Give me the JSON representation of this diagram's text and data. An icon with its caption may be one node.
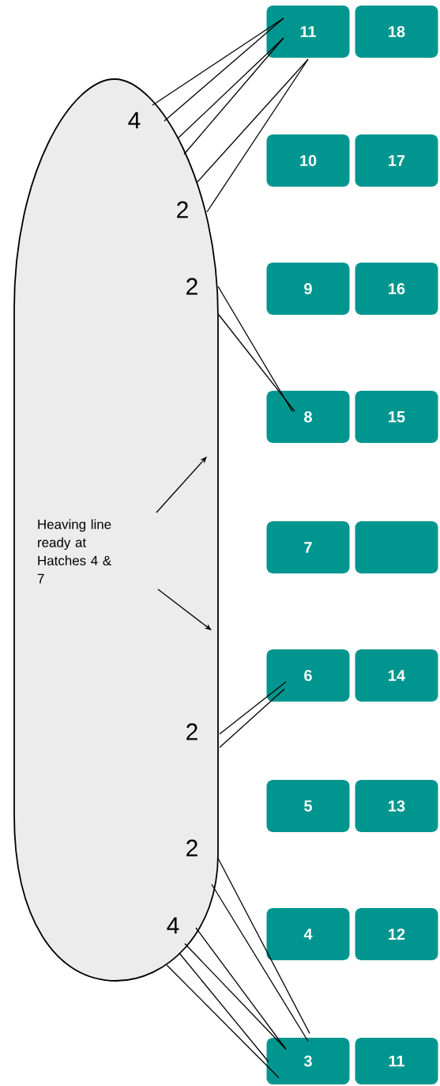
{
  "diagram": {
    "nodes": [
      {
        "text": [],
        "shape": "ship"
      },
      {
        "text": [
          "Heaving line ready at Hatches 4 & 7"
        ],
        "in": 0
      },
      {
        "text": [
          "11"
        ]
      },
      {
        "text": [
          "18"
        ]
      },
      {
        "text": [
          "10"
        ]
      },
      {
        "text": [
          "17"
        ]
      },
      {
        "text": [
          "9"
        ]
      },
      {
        "text": [
          "16"
        ]
      },
      {
        "text": [
          "8"
        ]
      },
      {
        "text": [
          "15"
        ]
      },
      {
        "text": [
          "7"
        ]
      },
      {
        "text": [],
        "shape": "box"
      },
      {
        "text": [
          "6"
        ]
      },
      {
        "text": [
          "14"
        ]
      },
      {
        "text": [
          "5"
        ]
      },
      {
        "text": [
          "13"
        ]
      },
      {
        "text": [
          "4"
        ]
      },
      {
        "text": [
          "12"
        ]
      },
      {
        "text": [
          "3"
        ]
      },
      {
        "text": [
          "11"
        ]
      }
    ],
    "edges": [
      {
        "from": 0,
        "to": 2,
        "arrow": "none"
      },
      {
        "from": 0,
        "to": 2,
        "arrow": "none"
      },
      {
        "from": 0,
        "to": 2,
        "arrow": "none"
      },
      {
        "from": 0,
        "to": 2,
        "arrow": "none"
      },
      {
        "from": 0,
        "to": 2,
        "arrow": "none"
      },
      {
        "from": 0,
        "to": 2,
        "arrow": "none"
      },
      {
        "from": 0,
        "to": 8,
        "arrow": "none"
      },
      {
        "from": 0,
        "to": 8,
        "arrow": "none"
      },
      {
        "from": 0,
        "to": 12,
        "arrow": "none"
      },
      {
        "from": 0,
        "to": 12,
        "arrow": "none"
      },
      {
        "from": 0,
        "to": 18,
        "arrow": "none"
      },
      {
        "from": 0,
        "to": 18,
        "arrow": "none"
      },
      {
        "from": 0,
        "to": 18,
        "arrow": "none"
      },
      {
        "from": 0,
        "to": 18,
        "arrow": "none"
      },
      {
        "from": 0,
        "to": 18,
        "arrow": "none"
      },
      {
        "from": 0,
        "to": 18,
        "arrow": "none"
      },
      {
        "from": 1,
        "to": 0,
        "arrow": "to"
      },
      {
        "from": 1,
        "to": 0,
        "arrow": "to"
      }
    ],
    "labels": [
      "4",
      "2",
      "2",
      "2",
      "2",
      "4"
    ]
  }
}
